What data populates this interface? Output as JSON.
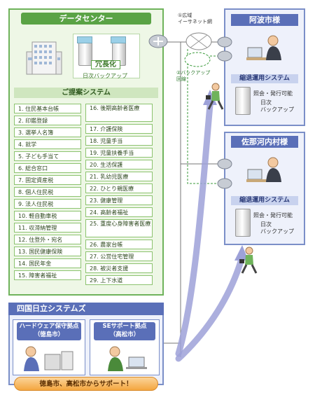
{
  "datacenter": {
    "title": "データセンター",
    "redundancy": "冗長化",
    "backup": "日次バックアップ",
    "proposal_title": "ご提案システム",
    "systems_left": [
      "1. 住民基本台帳",
      "2. 印鑑登録",
      "3. 選挙人名簿",
      "4. 就学",
      "5. 子ども手当て",
      "6. 総合窓口",
      "7. 固定資産税",
      "8. 個人住民税",
      "9. 法人住民税",
      "10. 軽自動車税",
      "11. 収滞納管理",
      "12. 住登外・宛名",
      "13. 国民健康保険",
      "14. 国民年金",
      "15. 障害者福祉"
    ],
    "systems_right": [
      "16. 後期高齢者医療",
      "17. 介護保険",
      "18. 児童手当",
      "19. 児童扶養手当",
      "20. 生活保護",
      "21. 乳幼児医療",
      "22. ひとり親医療",
      "23. 健康管理",
      "24. 高齢者福祉",
      "25. 重度心身障害者医療",
      "26. 農家台帳",
      "27. 公営住宅管理",
      "28. 被災者支援",
      "29. 上下水道"
    ]
  },
  "network": {
    "line1_label": "①広域\nイーサネット網",
    "line2_label": "②バックアップ\n回線"
  },
  "awa": {
    "title": "阿波市様",
    "sub": "縮退運用システム",
    "info1": "照会・発行可能",
    "info2": "日次\nバックアップ"
  },
  "sanagochi": {
    "title": "佐那河内村様",
    "sub": "縮退運用システム",
    "info1": "照会・発行可能",
    "info2": "日次\nバックアップ"
  },
  "shikoku": {
    "title": "四国日立システムズ",
    "hw_title": "ハードウェア保守拠点\n（徳島市）",
    "se_title": "SEサポート拠点\n（高松市）",
    "banner": "徳島市、高松市からサポート！"
  },
  "colors": {
    "green": "#5aa345",
    "blue": "#5a6fb8",
    "arrow": "#8b8fd0",
    "banner": "#f4a640"
  }
}
